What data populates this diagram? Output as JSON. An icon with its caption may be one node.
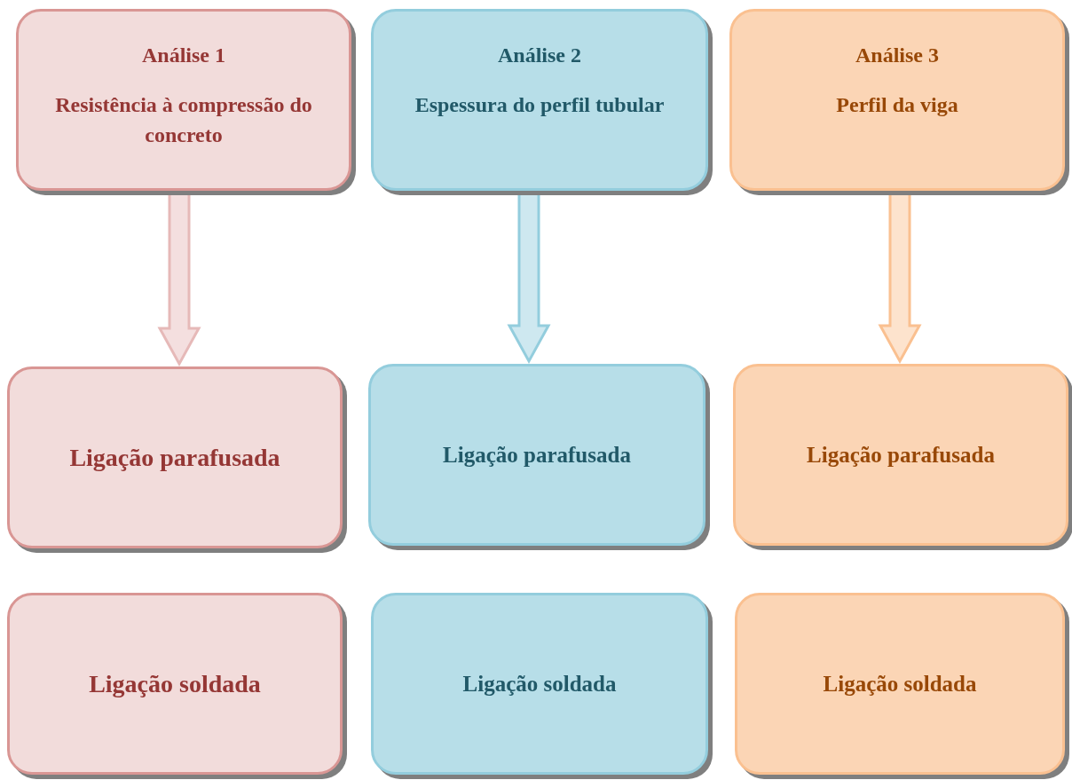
{
  "diagram": {
    "nodes": [
      {
        "text": [
          "Análise 1",
          "Resistência à compressão do concreto"
        ]
      },
      {
        "text": [
          "Análise 2",
          "Espessura do perfil tubular"
        ]
      },
      {
        "text": [
          "Análise 3",
          "Perfil da viga"
        ]
      },
      {
        "text": [
          "Ligação parafusada"
        ]
      },
      {
        "text": [
          "Ligação parafusada"
        ]
      },
      {
        "text": [
          "Ligação parafusada"
        ]
      },
      {
        "text": [
          "Ligação soldada"
        ]
      },
      {
        "text": [
          "Ligação soldada"
        ]
      },
      {
        "text": [
          "Ligação soldada"
        ]
      }
    ],
    "edges": [
      {
        "from": 0,
        "to": 3,
        "arrow": "to",
        "color": "#e6b9b8"
      },
      {
        "from": 1,
        "to": 4,
        "arrow": "to",
        "color": "#93cddd"
      },
      {
        "from": 2,
        "to": 5,
        "arrow": "to",
        "color": "#fac090"
      }
    ]
  }
}
